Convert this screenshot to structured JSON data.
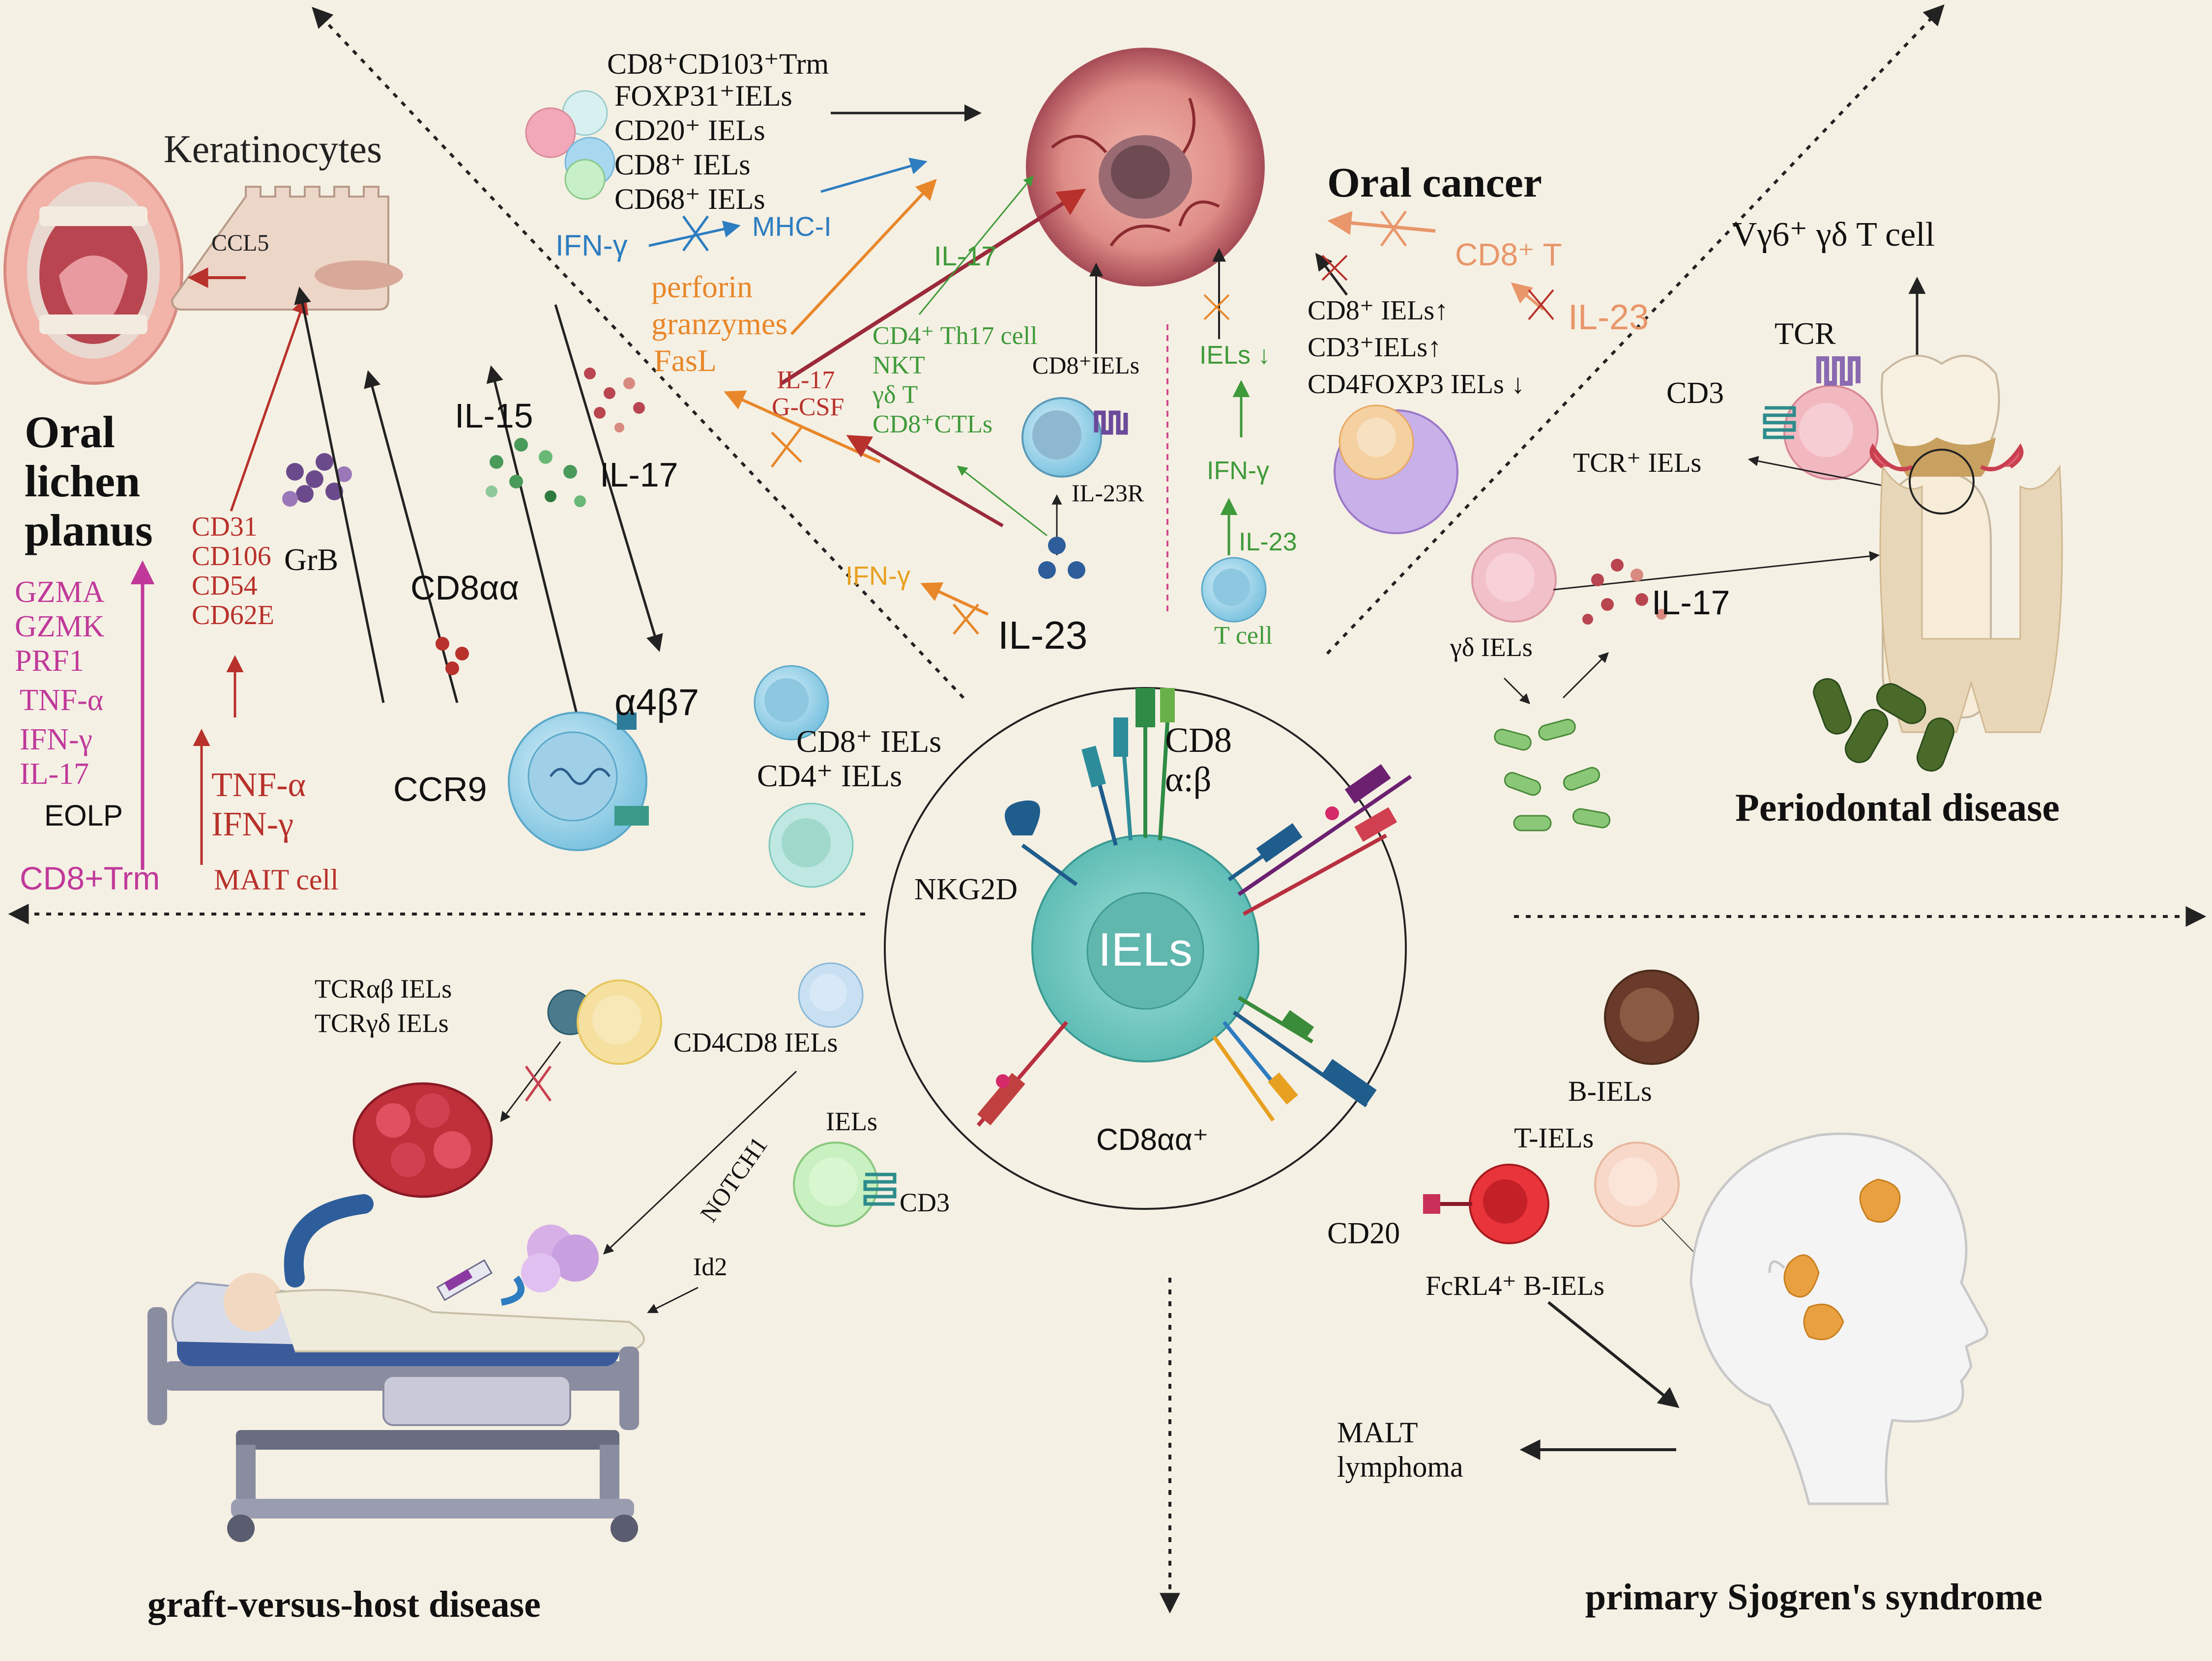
{
  "center": {
    "main": "IELs",
    "markers": [
      "CD8",
      "α:β",
      "NKG2D",
      "CD8αα⁺"
    ]
  },
  "lichen": {
    "title": [
      "Oral",
      "lichen",
      "planus"
    ],
    "keratinocytes": "Keratinocytes",
    "ccl5": "CCL5",
    "trm_list": [
      "GZMA",
      "GZMK",
      "PRF1",
      "TNF-α",
      "IFN-γ",
      "IL-17"
    ],
    "eolp": "EOLP",
    "cd8trm": "CD8+Trm",
    "adhesion": [
      "CD31",
      "CD106",
      "CD54",
      "CD62E"
    ],
    "grb": "GrB",
    "mait_cyto": [
      "TNF-α",
      "IFN-γ"
    ],
    "mait": "MAIT cell",
    "il15": "IL-15",
    "il17": "IL-17",
    "cd8aa": "CD8αα",
    "a4b7": "α4β7",
    "ccr9": "CCR9",
    "cd8_iels": "CD8⁺ IELs",
    "cd4_iels": "CD4⁺ IELs"
  },
  "cancer": {
    "title": "Oral cancer",
    "trm_list": [
      "CD8⁺CD103⁺Trm",
      "FOXP31⁺IELs",
      "CD20⁺ IELs",
      "CD8⁺ IELs",
      "CD68⁺ IELs"
    ],
    "ifng_blue": "IFN-γ",
    "mhc": "MHC-I",
    "effectors": [
      "perforin",
      "granzymes",
      "FasL"
    ],
    "il17_gcsf": [
      "IL-17",
      "G-CSF"
    ],
    "il17_green": "IL-17",
    "th17_list": [
      "CD4⁺ Th17 cell",
      "NKT",
      "γδ T",
      "CD8⁺CTLs"
    ],
    "cd8_iels": "CD8⁺IELs",
    "il23r": "IL-23R",
    "ifng_orange": "IFN-γ",
    "il23_big": "IL-23",
    "iels_down": "IELs ↓",
    "ifng_green": "IFN-γ",
    "il23_green": "IL-23",
    "tcell": "T cell",
    "cd8t": "CD8⁺ T",
    "il23_right": "IL-23",
    "changes": [
      "CD8⁺ IELs↑",
      "CD3⁺IELs↑",
      "CD4FOXP3 IELs ↓"
    ]
  },
  "perio": {
    "title": "Periodontal disease",
    "vg6": "Vγ6⁺ γδ T cell",
    "tcr": "TCR",
    "cd3": "CD3",
    "tcr_iels": "TCR⁺ IELs",
    "gd_iels": "γδ IELs",
    "il17": "IL-17"
  },
  "gvhd": {
    "title": "graft-versus-host disease",
    "tcr_list": [
      "TCRαβ IELs",
      "TCRγδ IELs"
    ],
    "cd4cd8": "CD4CD8 IELs",
    "iels": "IELs",
    "cd3": "CD3",
    "notch": "NOTCH1",
    "id2": "Id2"
  },
  "sjogren": {
    "title": "primary Sjogren's syndrome",
    "b_iels": "B-IELs",
    "t_iels": "T-IELs",
    "cd20": "CD20",
    "fcrl4": "FcRL4⁺ B-IELs",
    "malt": [
      "MALT",
      "lymphoma"
    ]
  },
  "colors": {
    "background": "#f5f0e4",
    "magenta": "#c0399a",
    "dark_red": "#b8312b",
    "orange": "#e8872a",
    "blue": "#2d7dc0",
    "green": "#3f9a3a",
    "iel_teal": "#7fcfc8",
    "tumor": "#d9787a",
    "salmon": "#e8966a"
  }
}
